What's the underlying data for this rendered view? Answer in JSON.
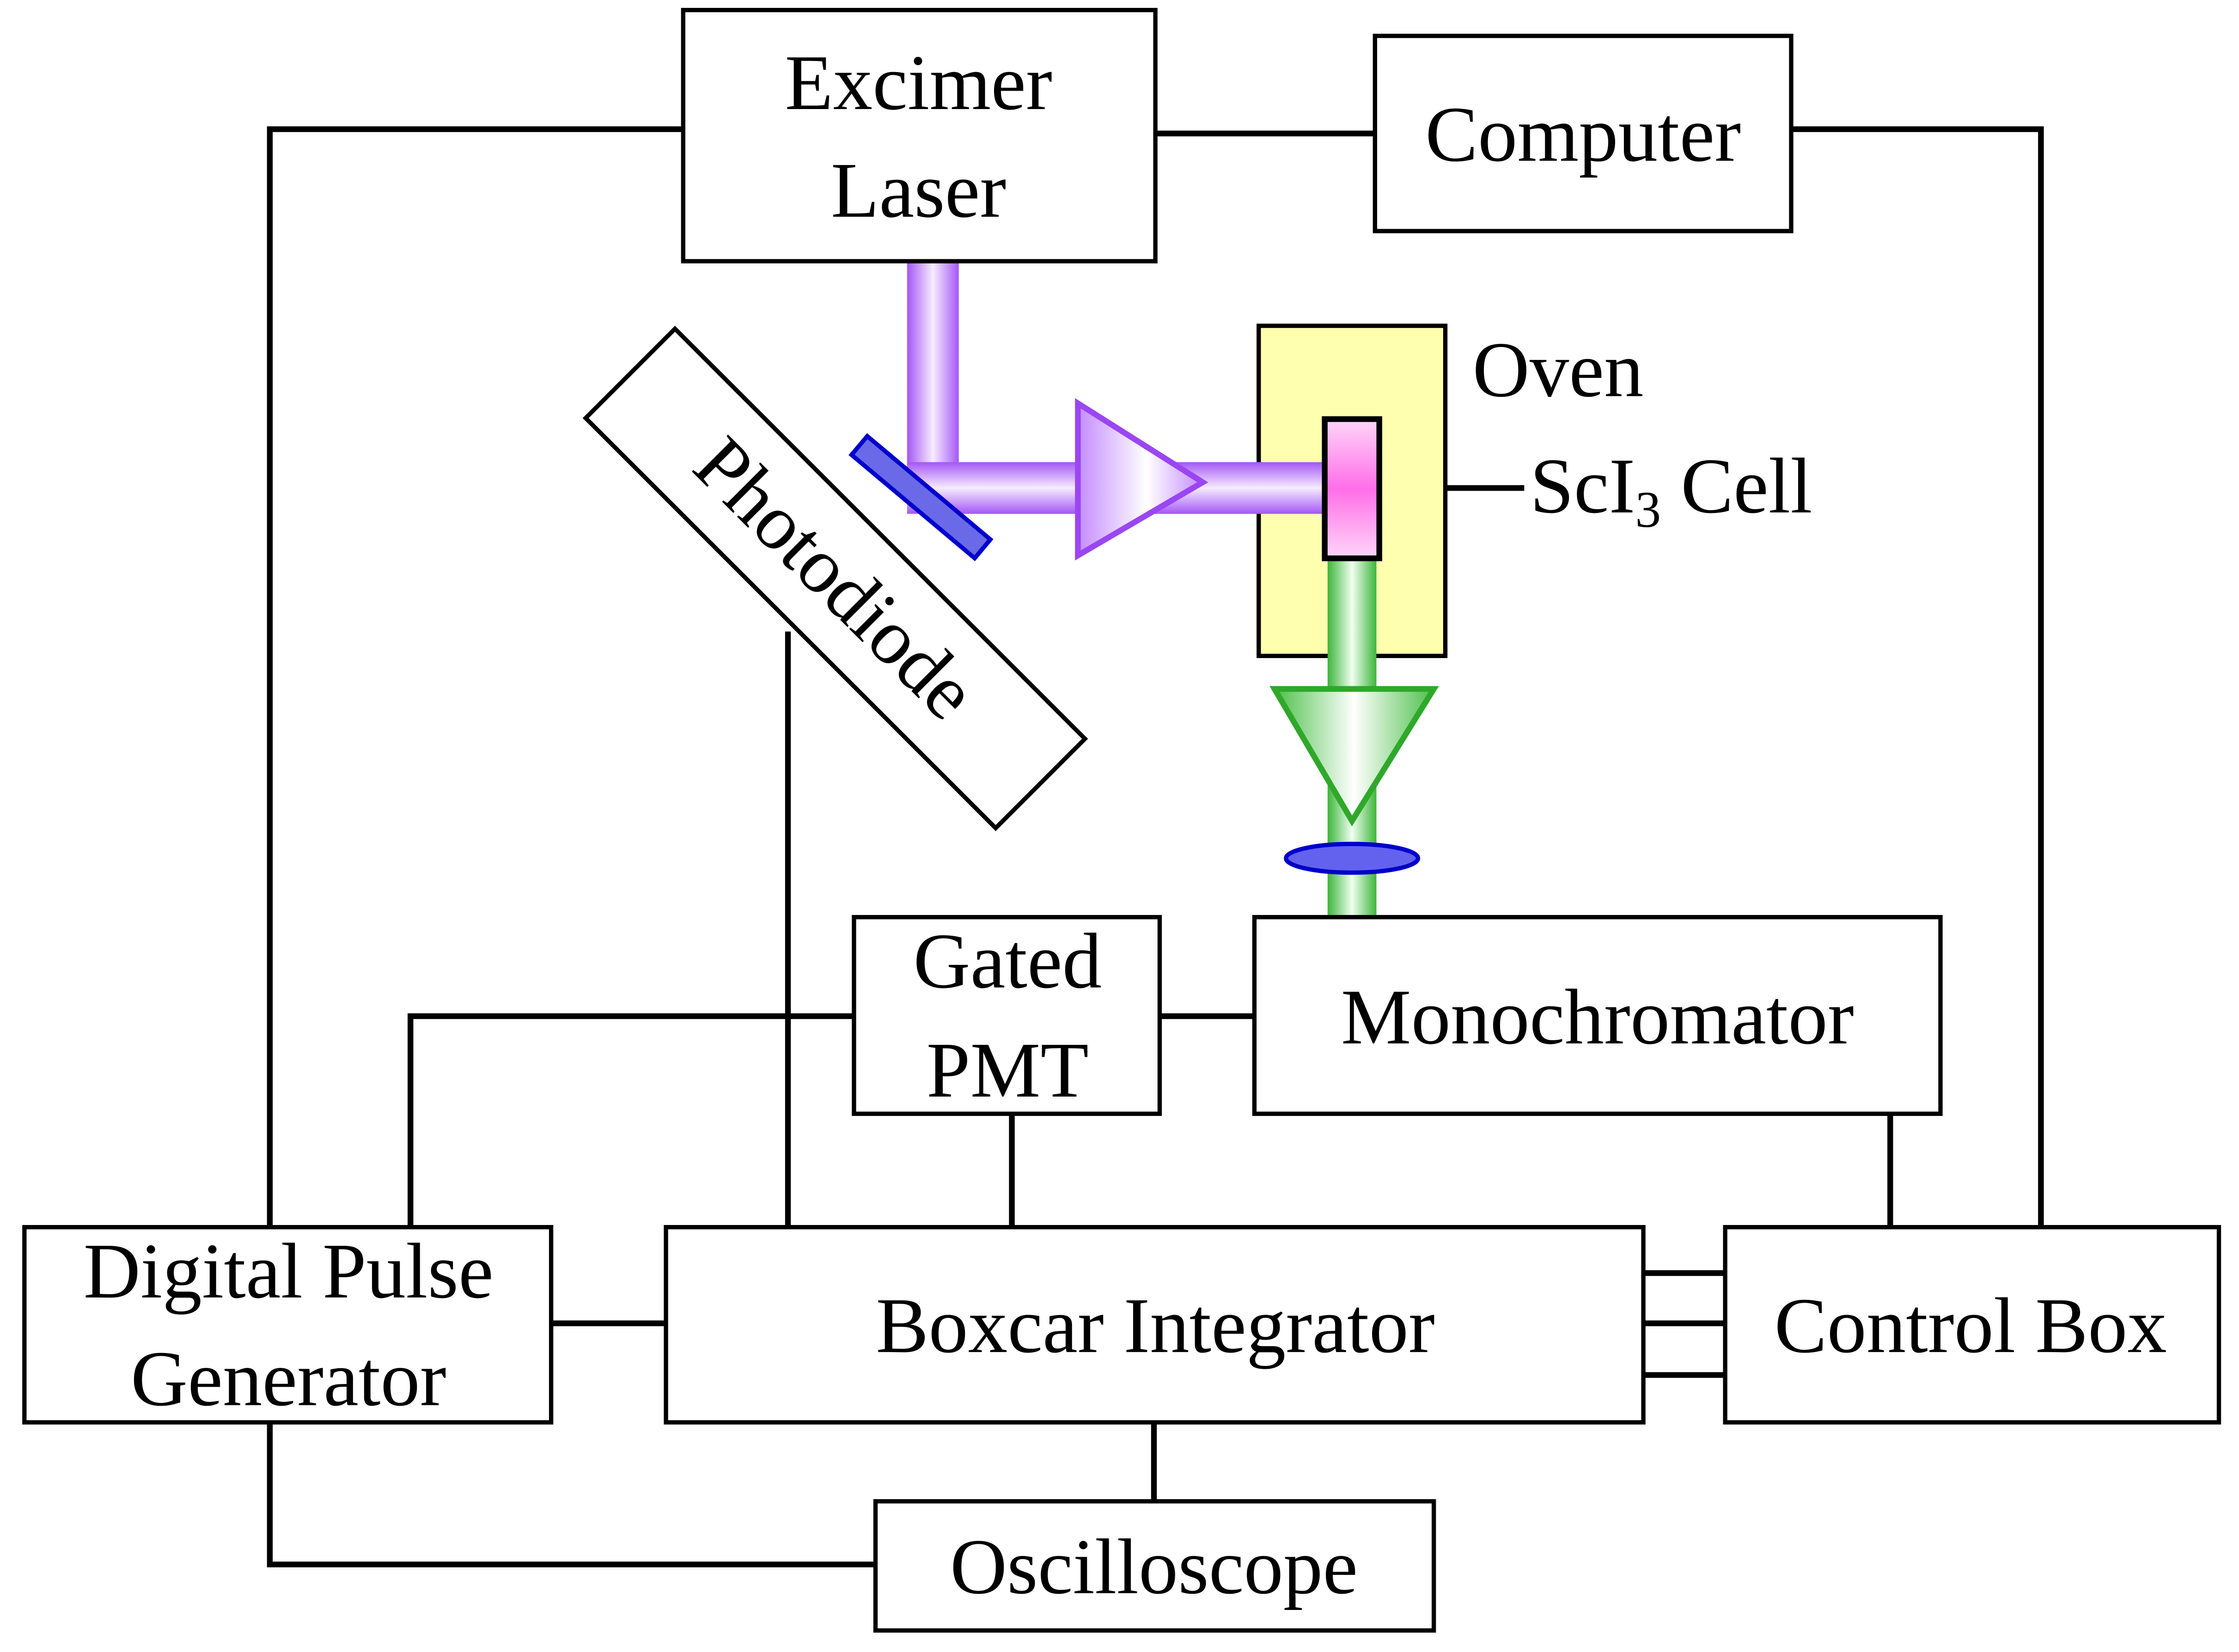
{
  "blocks": {
    "excimer_laser": [
      "Excimer",
      "Laser"
    ],
    "computer": "Computer",
    "oven": "Oven",
    "cell": {
      "main": "ScI",
      "sub": "3",
      "suffix": " Cell"
    },
    "photodiode": "Photodiode",
    "gated_pmt": [
      "Gated",
      "PMT"
    ],
    "monochromator": "Monochromator",
    "digital_pulse_generator": [
      "Digital Pulse",
      "Generator"
    ],
    "boxcar_integrator": "Boxcar Integrator",
    "control_box": "Control Box",
    "oscilloscope": "Oscilloscope"
  },
  "colors": {
    "laser_beam": "#b368ff",
    "laser_mirror": "#6a6ae8",
    "fluorescence_beam": "#43c63a",
    "oven_fill": "#ffffb0",
    "cell_fill": "#ff8cf0",
    "lens_fill": "#6262ee",
    "lines": "#000000"
  }
}
